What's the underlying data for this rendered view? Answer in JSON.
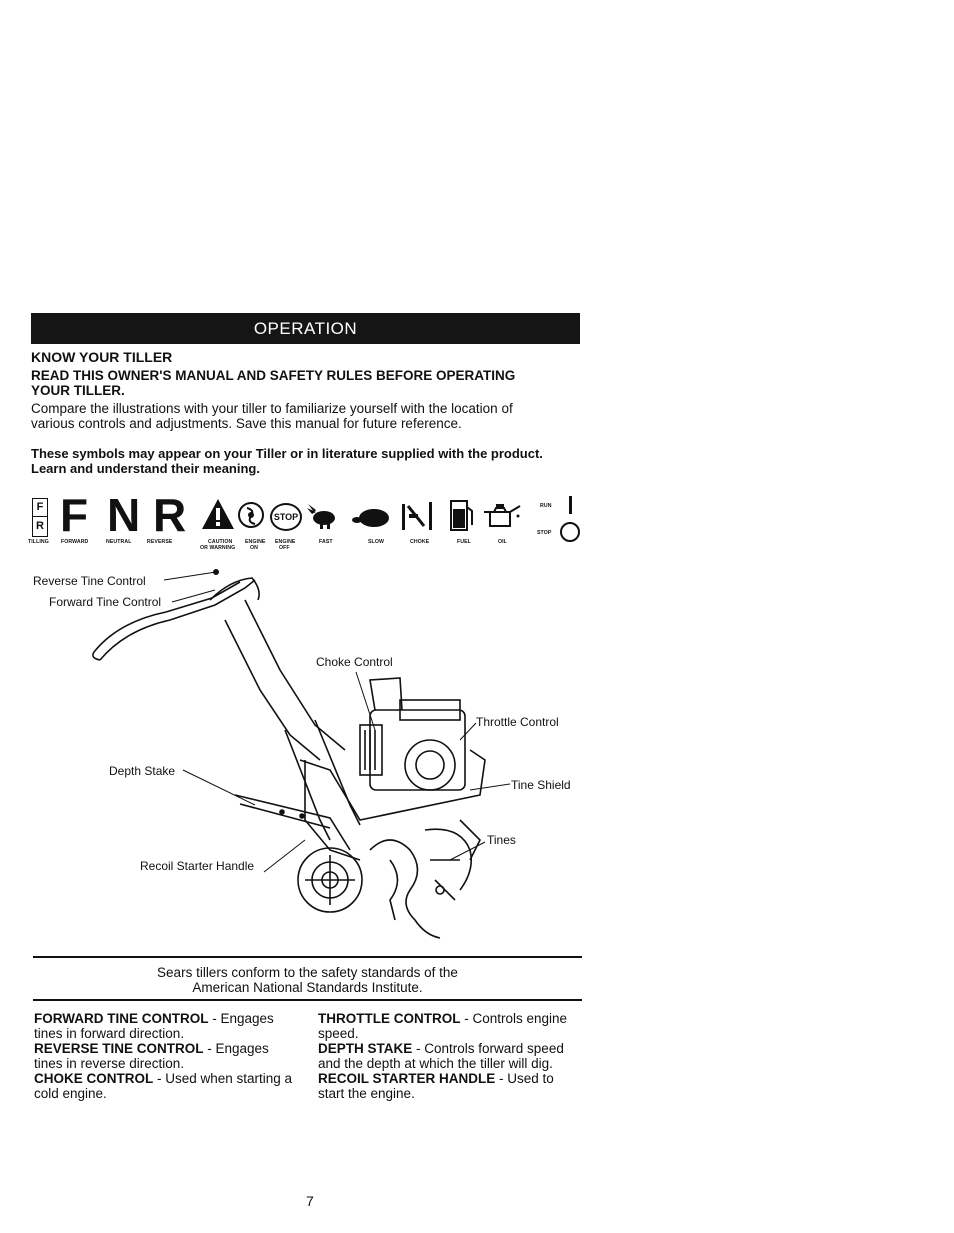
{
  "section_title": "OPERATION",
  "heading": "KNOW YOUR TILLER",
  "warning_line1": "READ THIS OWNER'S MANUAL AND SAFETY RULES BEFORE OPERATING",
  "warning_line2": "YOUR TILLER.",
  "intro_line1": "Compare the illustrations with your tiller to familiarize yourself with the location of",
  "intro_line2": "various controls and adjustments. Save this manual for future reference.",
  "symbols_note_line1": "These symbols may appear on your Tiller or in literature supplied with the product.",
  "symbols_note_line2": "Learn and understand their meaning.",
  "symbols": {
    "letters": [
      "F",
      "N",
      "R"
    ],
    "stop_text": "STOP",
    "tilling_letters": [
      "F",
      "R"
    ],
    "labels": {
      "tilling": "TILLING",
      "forward": "FORWARD",
      "neutral": "NEUTRAL",
      "reverse": "REVERSE",
      "caution": "CAUTION",
      "caution2": "OR WARNING",
      "engine_on": "ENGINE",
      "engine_on2": "ON",
      "engine_off": "ENGINE",
      "engine_off2": "OFF",
      "fast": "FAST",
      "slow": "SLOW",
      "choke": "CHOKE",
      "fuel": "FUEL",
      "oil": "OIL",
      "run": "RUN",
      "stop": "STOP"
    }
  },
  "callouts": {
    "reverse_tine_control": "Reverse Tine Control",
    "forward_tine_control": "Forward Tine Control",
    "choke_control": "Choke Control",
    "throttle_control": "Throttle Control",
    "depth_stake": "Depth Stake",
    "tine_shield": "Tine Shield",
    "tines": "Tines",
    "recoil_starter_handle": "Recoil Starter Handle"
  },
  "standards_line1": "Sears tillers conform to the safety standards of the",
  "standards_line2": "American National Standards Institute.",
  "definitions": {
    "left": [
      {
        "term": "FORWARD TINE CONTROL",
        "text": " - Engages tines in forward direction."
      },
      {
        "term": "REVERSE TINE CONTROL",
        "text": " - Engages tines in reverse direction."
      },
      {
        "term": "CHOKE CONTROL",
        "text": " - Used when starting a cold engine."
      }
    ],
    "right": [
      {
        "term": "THROTTLE CONTROL",
        "text": " - Controls engine speed."
      },
      {
        "term": "DEPTH STAKE",
        "text": " - Controls forward speed and the depth at which the tiller will dig."
      },
      {
        "term": "RECOIL STARTER HANDLE",
        "text": " - Used to start the engine."
      }
    ]
  },
  "page_number": "7"
}
